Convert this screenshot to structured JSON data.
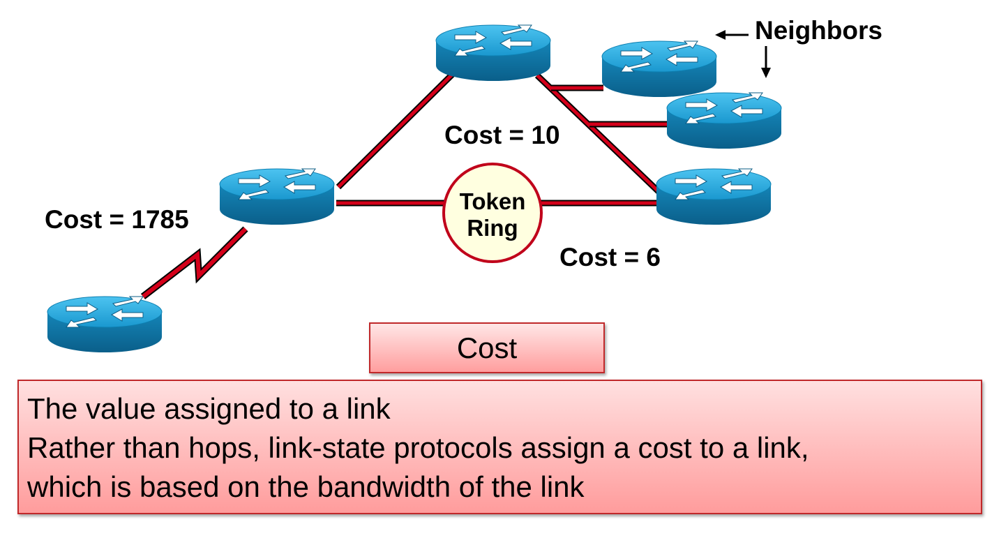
{
  "labels": {
    "neighbors": "Neighbors",
    "cost_10": "Cost = 10",
    "cost_1785": "Cost = 1785",
    "cost_6": "Cost = 6",
    "token_ring_line1": "Token",
    "token_ring_line2": "Ring"
  },
  "title": "Cost",
  "definition": {
    "lines": [
      "The value assigned to a link",
      "Rather than hops, link-state protocols assign a cost to a link,",
      "which is based on the bandwidth of the link"
    ]
  },
  "colors": {
    "link_red": "#d4001a",
    "router_blue": "#1a9fd6",
    "router_dark": "#0b6f9e",
    "box_border": "#c0282a"
  },
  "icons": [
    "router-icon",
    "serial-link-icon",
    "token-ring-icon",
    "arrow-left-icon",
    "arrow-down-icon"
  ]
}
